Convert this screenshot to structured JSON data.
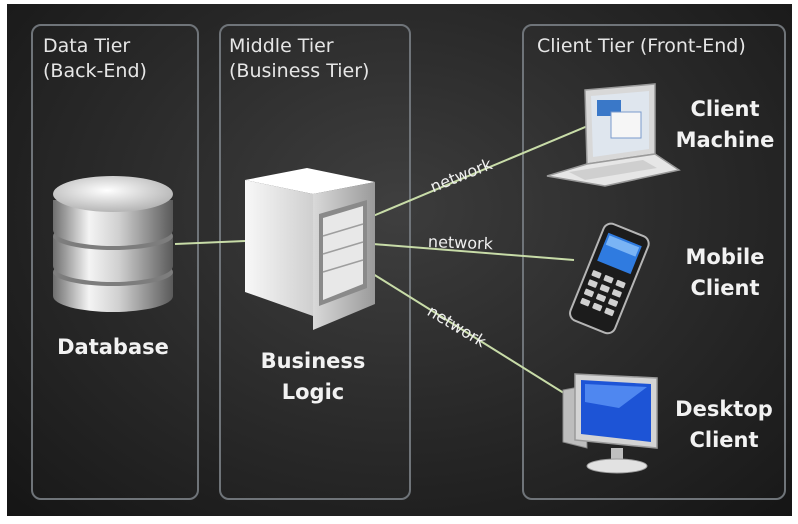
{
  "tiers": {
    "data": {
      "title_line1": "Data Tier",
      "title_line2": "(Back-End)"
    },
    "middle": {
      "title_line1": "Middle Tier",
      "title_line2": "(Business Tier)"
    },
    "client": {
      "title_line1": "Client Tier (Front-End)"
    }
  },
  "nodes": {
    "database": "Database",
    "business_line1": "Business",
    "business_line2": "Logic",
    "client_machine_line1": "Client",
    "client_machine_line2": "Machine",
    "mobile_line1": "Mobile",
    "mobile_line2": "Client",
    "desktop_line1": "Desktop",
    "desktop_line2": "Client"
  },
  "connections": {
    "network_top": "network",
    "network_middle": "network",
    "network_bottom": "network"
  },
  "colors": {
    "background": "#262626",
    "panel_border": "#6f7479",
    "connector": "#c8dca8",
    "text": "#f2f2f2"
  },
  "icons": [
    "database-icon",
    "server-icon",
    "laptop-icon",
    "mobile-phone-icon",
    "desktop-computer-icon"
  ]
}
